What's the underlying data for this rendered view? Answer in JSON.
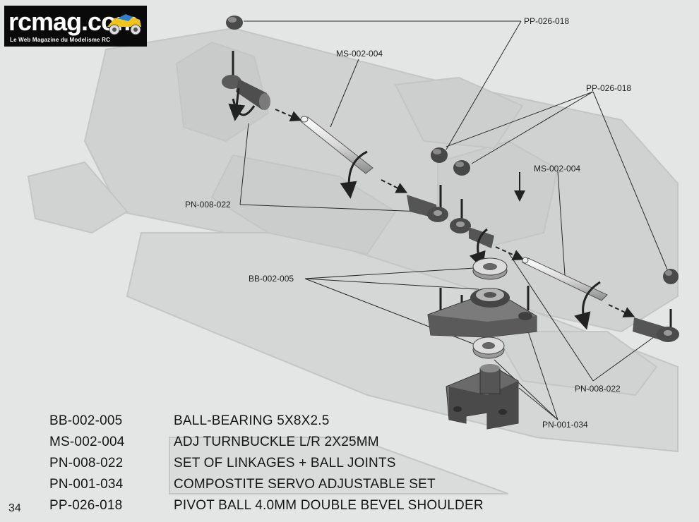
{
  "logo": {
    "text": "rcmag.com",
    "tagline": "Le Web Magazine du Modelisme RC"
  },
  "callouts": {
    "pp_top": "PP-026-018",
    "ms_top": "MS-002-004",
    "pp_right": "PP-026-018",
    "ms_right": "MS-002-004",
    "pn008_left": "PN-008-022",
    "bb": "BB-002-005",
    "pn008_right": "PN-008-022",
    "pn001": "PN-001-034"
  },
  "parts": [
    {
      "code": "BB-002-005",
      "description": "BALL-BEARING 5X8X2.5"
    },
    {
      "code": "MS-002-004",
      "description": "ADJ TURNBUCKLE L/R 2X25MM"
    },
    {
      "code": "PN-008-022",
      "description": "SET OF LINKAGES + BALL JOINTS"
    },
    {
      "code": "PN-001-034",
      "description": "COMPOSTITE SERVO ADJUSTABLE SET"
    },
    {
      "code": "PP-026-018",
      "description": "PIVOT BALL 4.0MM DOUBLE BEVEL SHOULDER"
    }
  ],
  "page_number": "34",
  "colors": {
    "page_background": "#e4e6e5",
    "ghost_chassis": "#c9cccb",
    "part_gray": "#555555",
    "part_light": "#a8a8a8",
    "line": "#333333",
    "logo_background": "#0a0a0a"
  }
}
